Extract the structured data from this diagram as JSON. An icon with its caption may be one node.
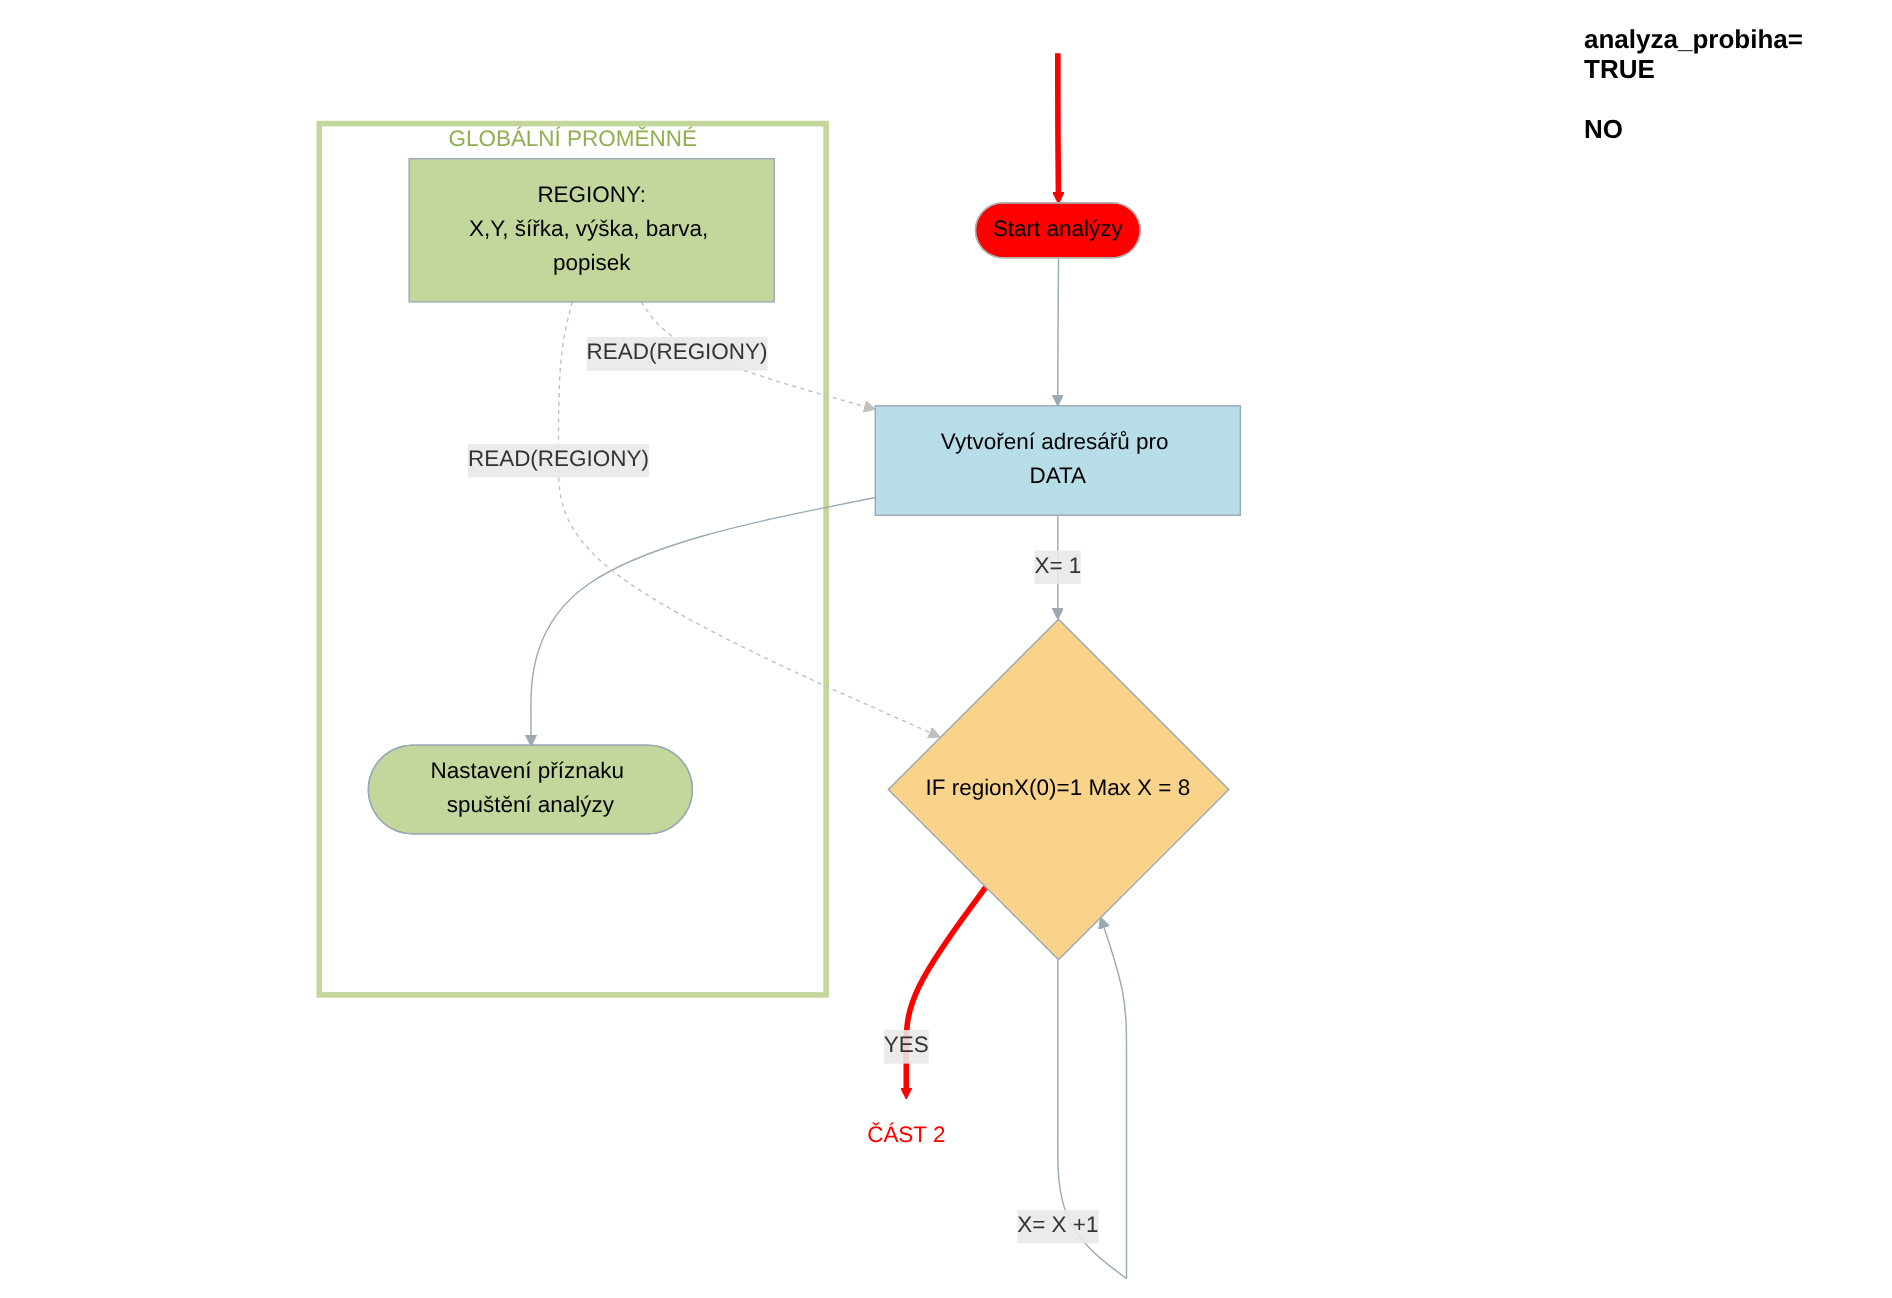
{
  "diagram": {
    "nodes": [
      {
        "text": [
          "Start analýzy"
        ]
      },
      {
        "text": [
          "Vytvoření adresářů pro DATA"
        ]
      },
      {
        "text": [
          "GLOBÁLNÍ PROMĚNNÉ"
        ]
      },
      {
        "text": [
          "Nastavení příznaku spuštění analýzy"
        ],
        "in": 2
      },
      {
        "text": [
          "REGIONY:",
          "X,Y, šířka, výška, barva, popisek"
        ],
        "in": 2
      },
      {
        "text": [
          "IF regionX(0)=1 Max X = 8"
        ]
      },
      {
        "text": [
          "ČÁST 2"
        ]
      }
    ],
    "edges": [
      {
        "from": null,
        "to": 0,
        "arrow": "to",
        "style": "thick",
        "color": "#ff0000"
      },
      {
        "from": 0,
        "to": 1,
        "arrow": "to"
      },
      {
        "from": 1,
        "to": 5,
        "arrow": "to",
        "label": "X= 1"
      },
      {
        "from": 1,
        "to": 3,
        "arrow": "to"
      },
      {
        "from": 4,
        "to": 1,
        "arrow": "to",
        "label": "READ(REGIONY)",
        "style": "dashed",
        "color": "#c0c0c0"
      },
      {
        "from": 5,
        "to": 5,
        "arrow": "to",
        "label": "X= X +1"
      },
      {
        "from": 4,
        "to": 5,
        "arrow": "to",
        "label": "READ(REGIONY)",
        "style": "dashed",
        "color": "#c0c0c0"
      },
      {
        "from": 5,
        "to": 6,
        "arrow": "to",
        "label": "YES",
        "style": "thick",
        "color": "#ff0000"
      }
    ],
    "labels": [
      "analyza_probiha= TRUE",
      "NO"
    ]
  }
}
